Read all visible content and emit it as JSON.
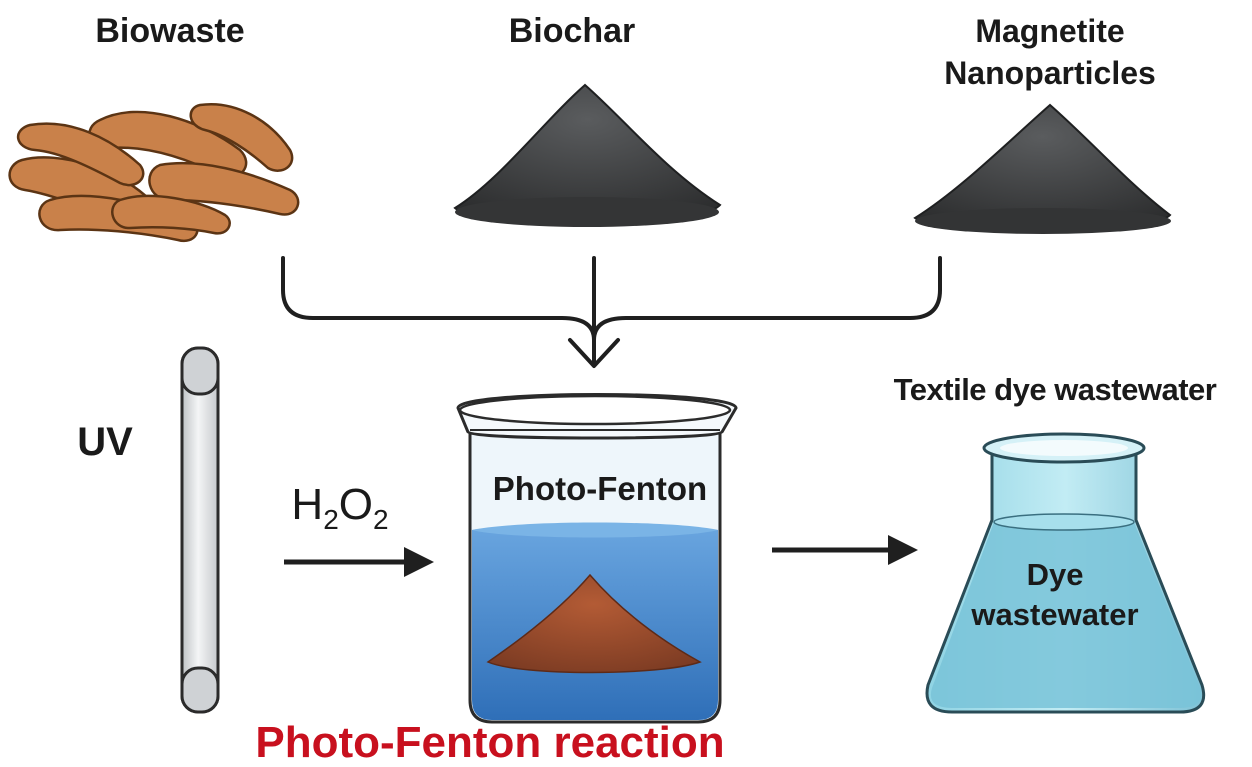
{
  "labels": {
    "biowaste": "Biowaste",
    "biochar": "Biochar",
    "magnetite_line1": "Magnetite",
    "magnetite_line2": "Nanoparticles",
    "uv": "UV",
    "h2o2_h": "H",
    "h2o2_sub1": "2",
    "h2o2_o": "O",
    "h2o2_sub2": "2",
    "beaker_text": "Photo-Fenton",
    "textile": "Textile dye wastewater",
    "dye_line1": "Dye",
    "dye_line2": "wastewater",
    "reaction": "Photo-Fenton reaction"
  },
  "colors": {
    "biowaste_fill": "#c9814a",
    "powder_dark": "#3a3b3c",
    "water_blue": "#3f86cf",
    "sediment_brown": "#9a4a2a",
    "flask_liquid": "#7fc9dc",
    "reaction_red": "#c8101e"
  }
}
